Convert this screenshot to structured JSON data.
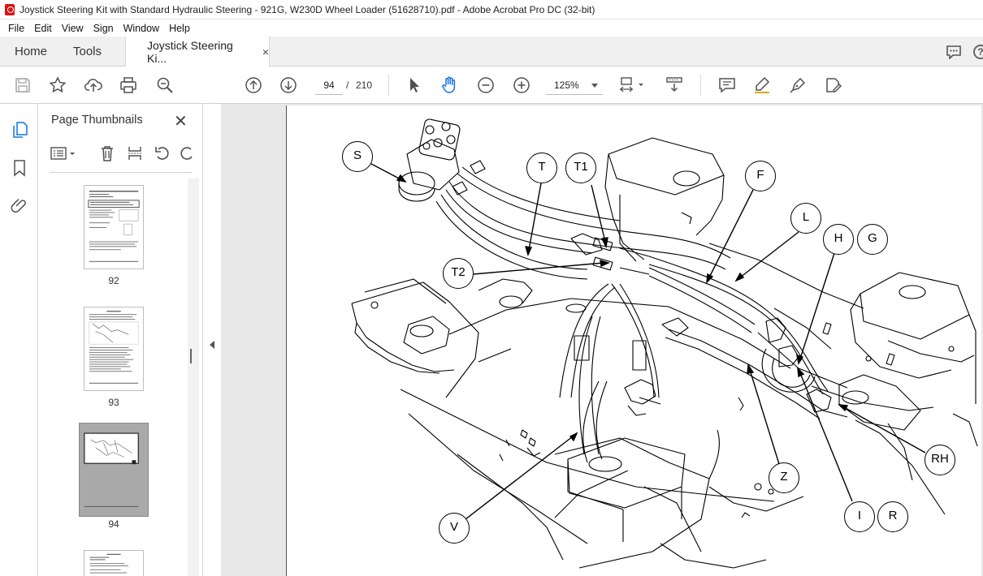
{
  "window": {
    "title": "Joystick Steering Kit with Standard Hydraulic Steering - 921G, W230D Wheel Loader (51628710).pdf - Adobe Acrobat Pro DC (32-bit)"
  },
  "menu": [
    "File",
    "Edit",
    "View",
    "Sign",
    "Window",
    "Help"
  ],
  "tabs": {
    "home": "Home",
    "tools": "Tools",
    "document": "Joystick Steering Ki...",
    "close_glyph": "×"
  },
  "toolbar": {
    "current_page": "94",
    "separator": "/",
    "total_pages": "210",
    "zoom": "125%"
  },
  "thumbnails_panel": {
    "title": "Page Thumbnails",
    "close_glyph": "✕",
    "pages": [
      "92",
      "93",
      "94"
    ],
    "selected_page": "94"
  },
  "diagram": {
    "callouts": [
      "S",
      "T",
      "T1",
      "F",
      "L",
      "H",
      "G",
      "T2",
      "RH",
      "Z",
      "V",
      "I",
      "R"
    ]
  },
  "colors": {
    "accent": "#1473e6",
    "icon": "#505050",
    "acrobat_red": "#dd1111"
  }
}
